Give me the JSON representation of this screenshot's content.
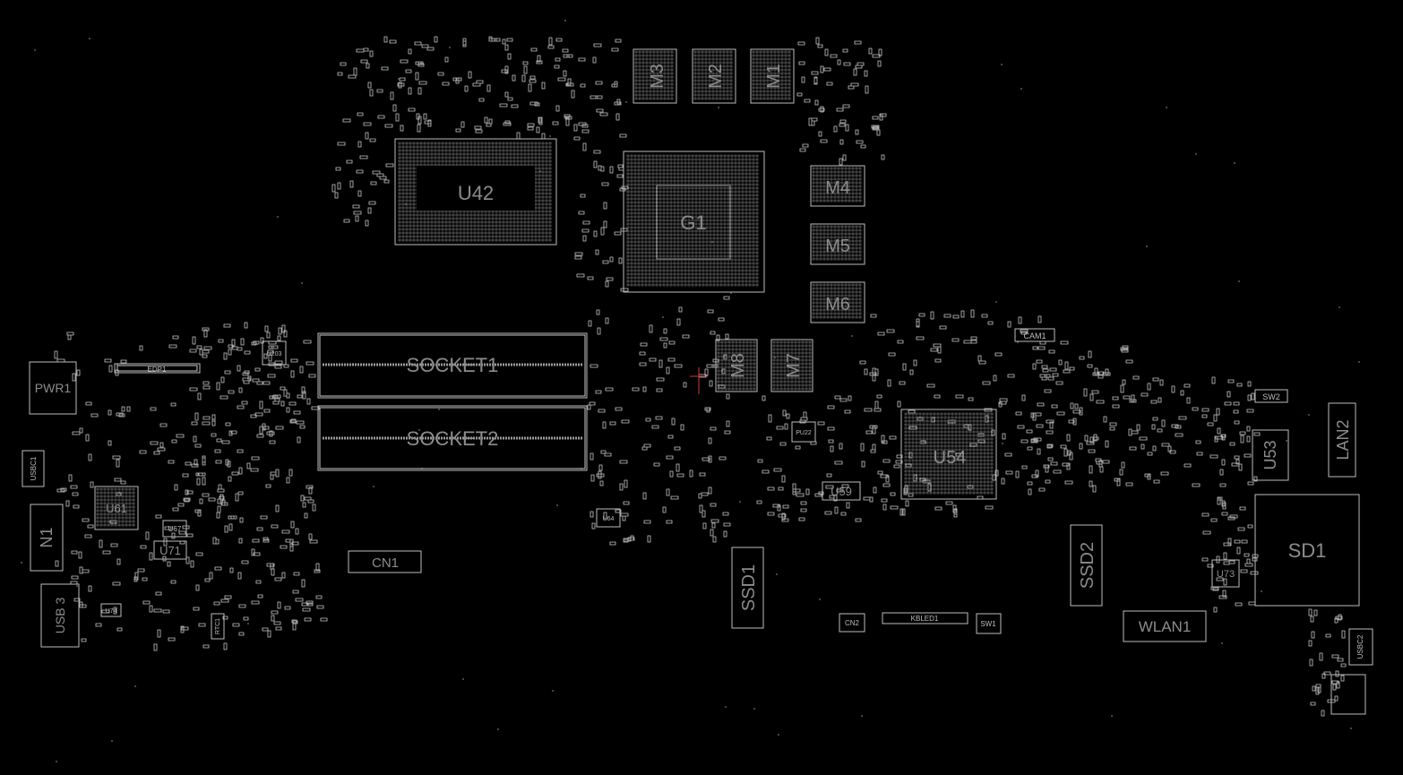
{
  "viewer": {
    "background": "#000000",
    "outline_color": "#bdbdbd",
    "label_color": "#8c8c8c",
    "cursor_color": "#d43a3a",
    "via_color": "#2c6b7a"
  },
  "components": {
    "m3": "M3",
    "m2": "M2",
    "m1": "M1",
    "u42": "U42",
    "g1": "G1",
    "m4": "M4",
    "m5": "M5",
    "m6": "M6",
    "m8": "M8",
    "m7": "M7",
    "socket1": "SOCKET1",
    "socket2": "SOCKET2",
    "u54": "U54",
    "pwr1": "PWR1",
    "edp1": "EDP1",
    "u61": "U61",
    "n1": "N1",
    "usb3": "USB 3",
    "u71": "U71",
    "u67": "U67",
    "u203": "U203",
    "cn1": "CN1",
    "ssd1": "SSD1",
    "ssd2": "SSD2",
    "wlan1": "WLAN1",
    "sd1": "SD1",
    "u53": "U53",
    "lan2": "LAN2",
    "u59": "U59",
    "cn2": "CN2",
    "kbled1": "KBLED1",
    "sw1": "SW1",
    "sw2": "SW2",
    "cam1": "CAM1",
    "u73": "U73",
    "usbc1": "USBC1",
    "usbc2": "USBC2",
    "u64": "U64",
    "u74": "U74",
    "rtc1": "RTC1",
    "pu22": "PU22"
  }
}
